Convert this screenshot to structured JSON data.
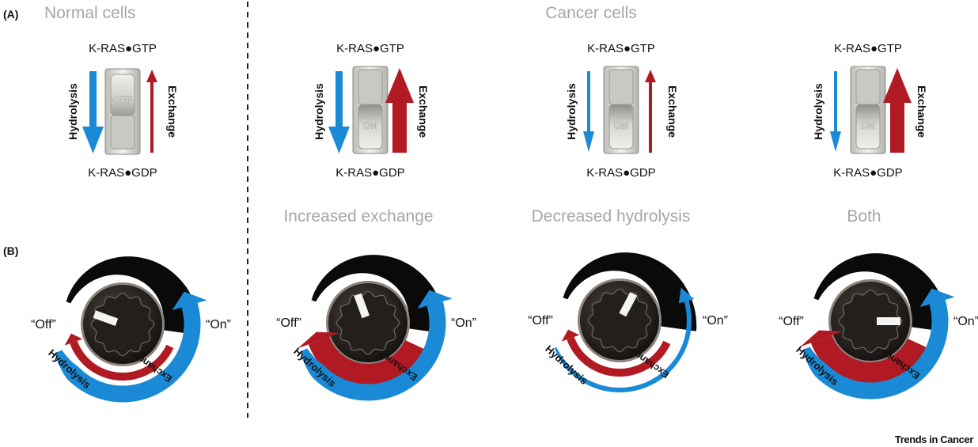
{
  "panel_labels": {
    "a": "(A)",
    "b": "(B)"
  },
  "groups": {
    "normal": "Normal cells",
    "cancer": "Cancer cells"
  },
  "columns": [
    {
      "id": "normal",
      "subtitle": ""
    },
    {
      "id": "increased-exchange",
      "subtitle": "Increased exchange"
    },
    {
      "id": "decreased-hydrolysis",
      "subtitle": "Decreased hydrolysis"
    },
    {
      "id": "both",
      "subtitle": "Both"
    }
  ],
  "switch": {
    "top_label": "K-RAS●GTP",
    "bottom_label": "K-RAS●GDP",
    "left_arrow_label": "Hydrolysis",
    "right_arrow_label": "Exchange",
    "states": [
      "OFF",
      "ON",
      "ON",
      "ON"
    ]
  },
  "dial": {
    "off_label": "“Off”",
    "on_label": "“On”",
    "hydrolysis_label": "Hydrolysis",
    "exchange_label": "Exchange"
  },
  "footer": "Trends in Cancer",
  "colors": {
    "hydrolysis": "#1a8ad6",
    "exchange": "#b11a22",
    "group_title": "#a6a6a6",
    "knob": "#2a2522",
    "meter": "#0a0a0a"
  }
}
